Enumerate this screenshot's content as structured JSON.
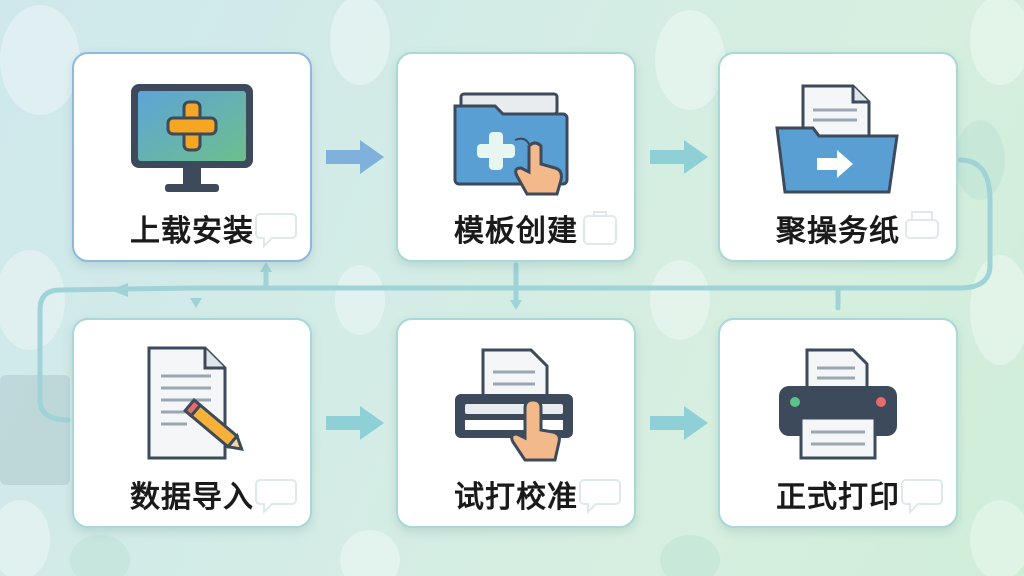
{
  "steps": [
    {
      "label": "上载安装",
      "icon": "monitor-plus-icon"
    },
    {
      "label": "模板创建",
      "icon": "folder-touch-icon"
    },
    {
      "label": "聚操务纸",
      "icon": "folder-document-arrow-icon"
    },
    {
      "label": "数据导入",
      "icon": "document-pencil-icon"
    },
    {
      "label": "试打校准",
      "icon": "printer-touch-icon"
    },
    {
      "label": "正式打印",
      "icon": "printer-icon"
    }
  ],
  "colors": {
    "card_border": "#a9d8d6",
    "arrow": "#8fd0d6",
    "first_arrow": "#6fa6d6"
  }
}
